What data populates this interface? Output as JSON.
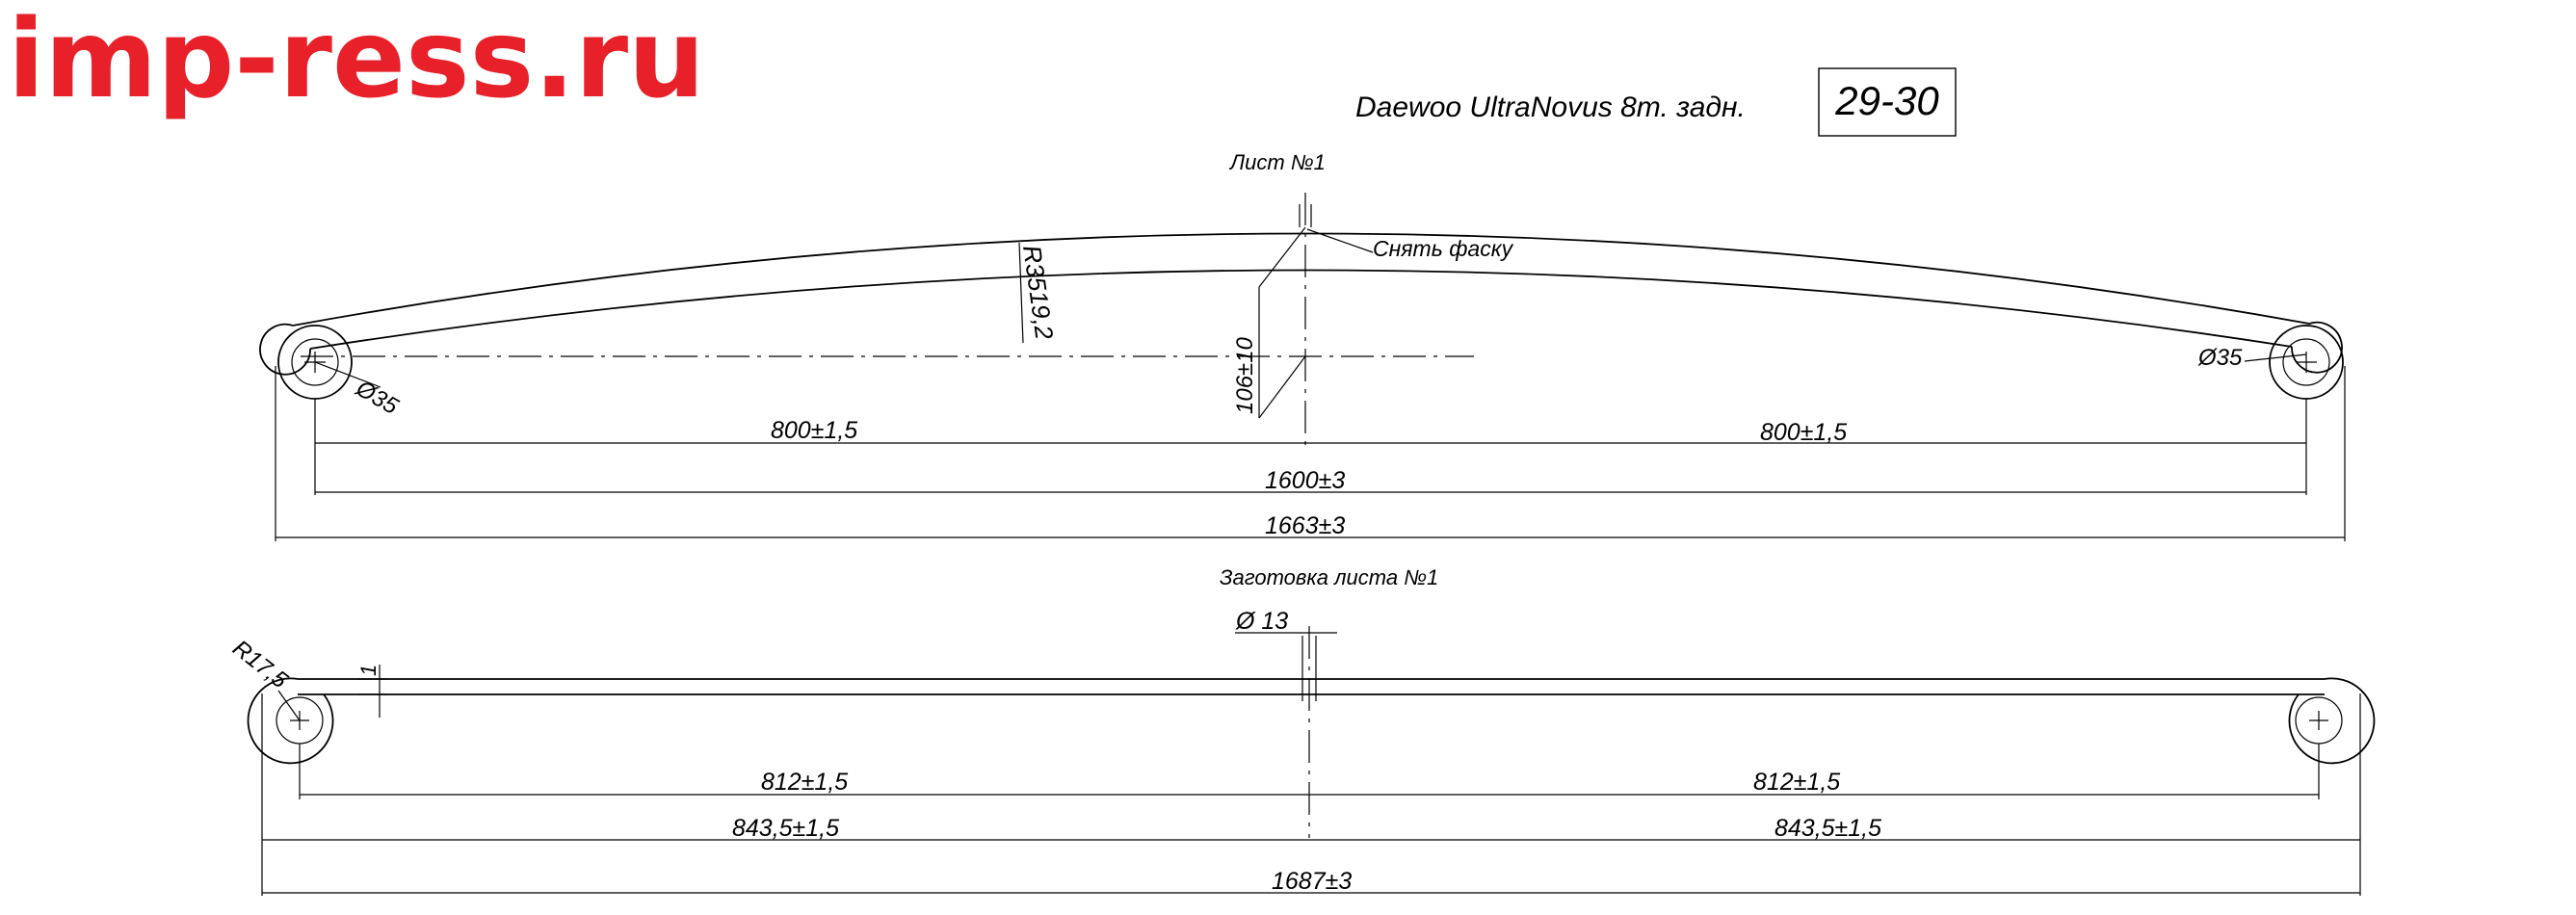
{
  "brand": {
    "site": "imp-ress.ru",
    "color": "#e8202a"
  },
  "title": {
    "model": "Daewoo UltraNovus 8т. задн.",
    "part_number": "29-30"
  },
  "sheet1": {
    "label": "Лист №1",
    "chamfer_note": "Снять фаску",
    "radius": "R3519,2",
    "eye_dia_left": "Ø35",
    "eye_dia_right": "Ø35",
    "arc_height": "106±10",
    "half_left": "800±1,5",
    "half_right": "800±1,5",
    "eye_centers": "1600±3",
    "overall": "1663±3"
  },
  "blank1": {
    "label": "Заготовка листа №1",
    "hole": "Ø 13",
    "end_radius": "R17,5",
    "thickness_mark": "1",
    "inner_left": "812±1,5",
    "inner_right": "812±1,5",
    "half_left": "843,5±1,5",
    "half_right": "843,5±1,5",
    "overall": "1687±3"
  }
}
